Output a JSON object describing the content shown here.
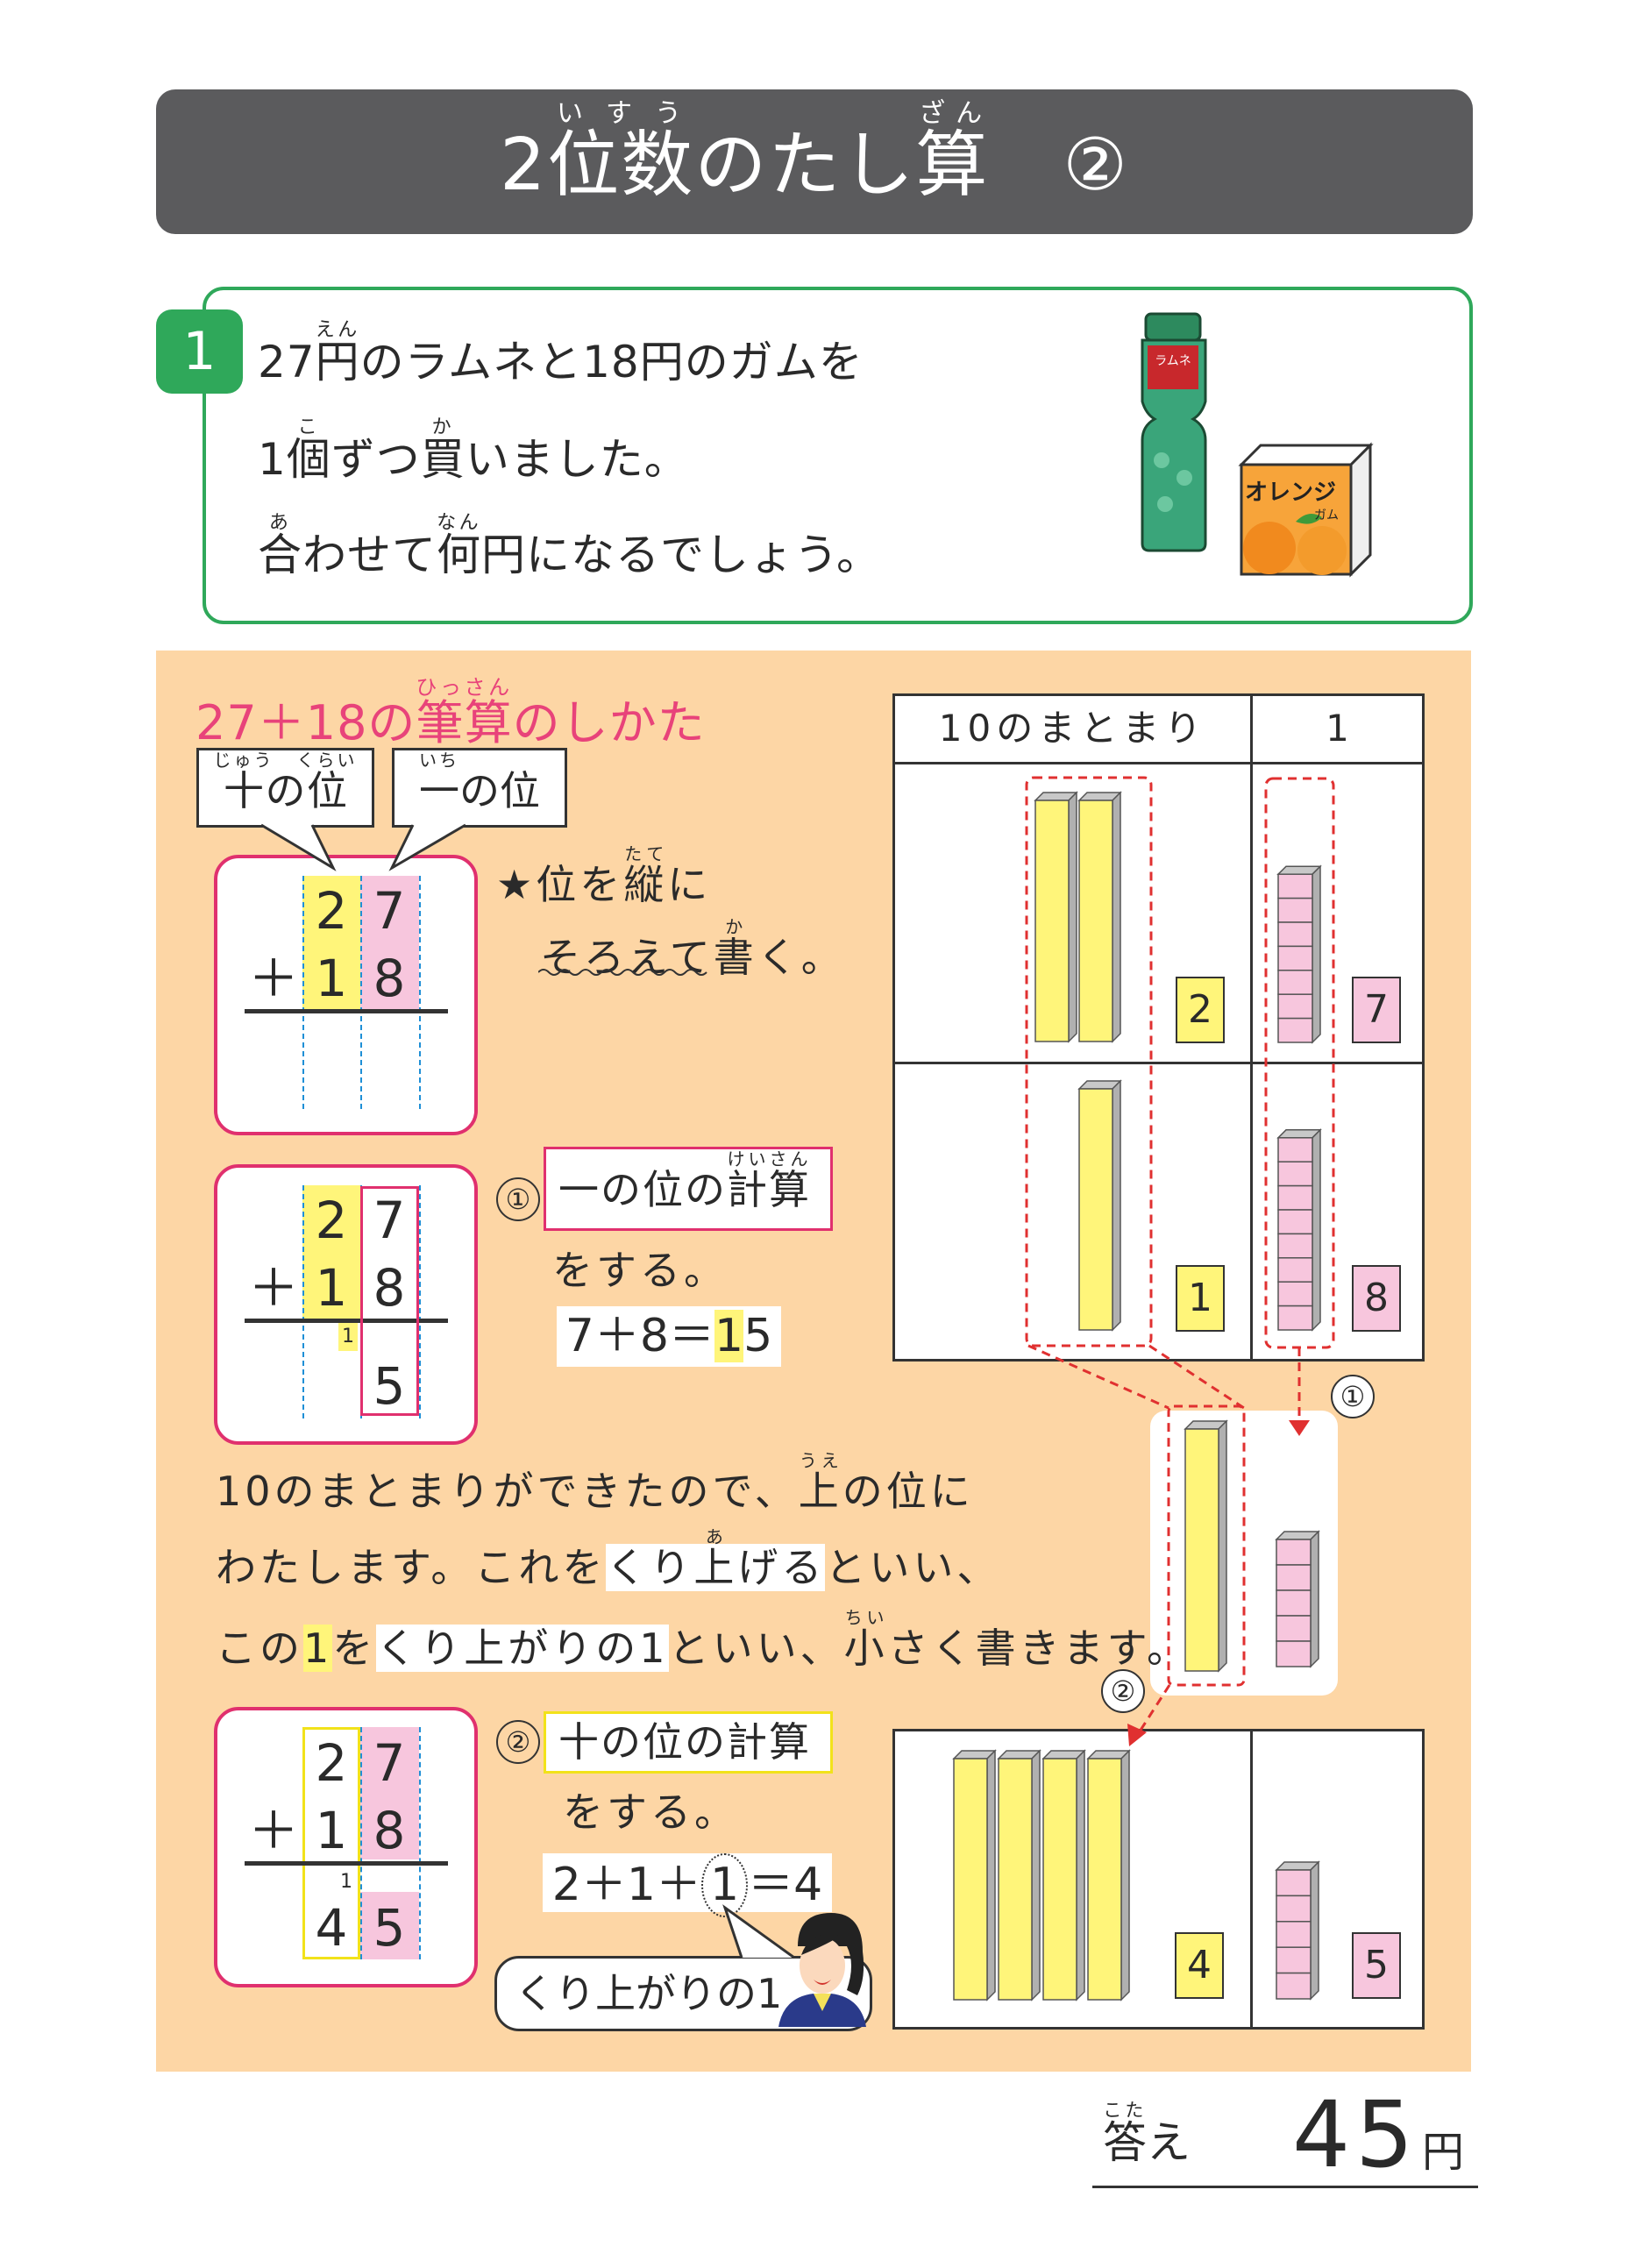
{
  "title": {
    "segments": [
      [
        "2",
        ""
      ],
      [
        "位数",
        "いすう"
      ],
      [
        "のたし",
        ""
      ],
      [
        "算",
        "ざん"
      ],
      [
        "　②",
        ""
      ]
    ]
  },
  "problem": {
    "number": "1",
    "lines": [
      [
        [
          "27",
          ""
        ],
        [
          "円",
          "えん"
        ],
        [
          "のラムネと18円のガムを",
          ""
        ]
      ],
      [
        [
          "1",
          ""
        ],
        [
          "個",
          "こ"
        ],
        [
          "ずつ",
          ""
        ],
        [
          "買",
          "か"
        ],
        [
          "いました。",
          ""
        ]
      ],
      [
        [
          "合",
          "あ"
        ],
        [
          "わせて",
          ""
        ],
        [
          "何",
          "なん"
        ],
        [
          "円になるでしょう。",
          ""
        ]
      ]
    ],
    "illustrations": {
      "bottle_label": "ラムネ",
      "gum_box_label": "オレンジ",
      "gum_box_sublabel": "ガム"
    }
  },
  "method": {
    "heading": [
      [
        "27＋18の",
        ""
      ],
      [
        "筆算",
        "ひっさん"
      ],
      [
        "のしかた",
        ""
      ]
    ],
    "tens_label": [
      [
        "十",
        "じゅう"
      ],
      [
        "の",
        ""
      ],
      [
        "位",
        "くらい"
      ]
    ],
    "ones_label": [
      [
        "一",
        "いち"
      ],
      [
        "の位",
        ""
      ]
    ],
    "tip_line1": [
      [
        "★位を",
        ""
      ],
      [
        "縦",
        "たて"
      ],
      [
        "に",
        ""
      ]
    ],
    "tip_line2": [
      [
        "そろえて",
        ""
      ],
      [
        "書",
        "か"
      ],
      [
        "く。",
        ""
      ]
    ],
    "step1": {
      "marker": "①",
      "box": [
        [
          "一の位の",
          ""
        ],
        [
          "計算",
          "けいさん"
        ]
      ],
      "suffix": "をする。",
      "equation": {
        "a": "7",
        "plus": "＋",
        "b": "8",
        "eq": "＝",
        "carry": "1",
        "rest": "5"
      }
    },
    "explanation": {
      "line1": [
        [
          "10のまとまりができたので、",
          ""
        ],
        [
          "上",
          "うえ"
        ],
        [
          "の位に",
          ""
        ]
      ],
      "line2_pre": "わたします。これを",
      "line2_hl": [
        [
          "くり",
          ""
        ],
        [
          "上",
          "あ"
        ],
        [
          "げる",
          ""
        ]
      ],
      "line2_post": "といい、",
      "line3_pre": "この",
      "line3_one": "1",
      "line3_mid": "を",
      "line3_hl": "くり上がりの1",
      "line3_post": [
        [
          "といい、",
          ""
        ],
        [
          "小",
          "ちい"
        ],
        [
          "さく書きます。",
          ""
        ]
      ]
    },
    "step2": {
      "marker": "②",
      "box": "十の位の計算",
      "suffix": "をする。",
      "equation": {
        "a": "2",
        "p1": "＋",
        "b": "1",
        "p2": "＋",
        "c": "1",
        "eq": "＝",
        "r": "4"
      },
      "speech": "くり上がりの1"
    },
    "calc1": {
      "plus": "＋",
      "t1": "2",
      "o1": "7",
      "t2": "1",
      "o2": "8"
    },
    "calc2": {
      "plus": "＋",
      "t1": "2",
      "o1": "7",
      "t2": "1",
      "o2": "8",
      "carry": "1",
      "ro": "5"
    },
    "calc3": {
      "plus": "＋",
      "t1": "2",
      "o1": "7",
      "t2": "1",
      "o2": "8",
      "carry": "1",
      "rt": "4",
      "ro": "5"
    },
    "blocks_table": {
      "header_tens": "10のまとまり",
      "header_ones": "1",
      "rows": [
        {
          "tens": 2,
          "ones": 7,
          "tens_label": "2",
          "ones_label": "7"
        },
        {
          "tens": 1,
          "ones": 8,
          "tens_label": "1",
          "ones_label": "8"
        }
      ]
    },
    "carry_group": {
      "tens": 1,
      "ones": 5,
      "marker1": "①",
      "marker2": "②"
    },
    "result_table": {
      "tens": 4,
      "ones": 5,
      "tens_label": "4",
      "ones_label": "5"
    }
  },
  "answer": {
    "label": [
      [
        "答",
        "こた"
      ],
      [
        "え",
        ""
      ]
    ],
    "value": "45",
    "unit": "円"
  },
  "colors": {
    "title_bar": "#5b5b5d",
    "green": "#2fa85a",
    "panel": "#fdd6a5",
    "pink_text": "#e8437a",
    "yellow": "#fff57a",
    "pink_fill": "#f7c6dd",
    "dashed_red": "#e03030",
    "guide_blue": "#1e8fd6"
  }
}
